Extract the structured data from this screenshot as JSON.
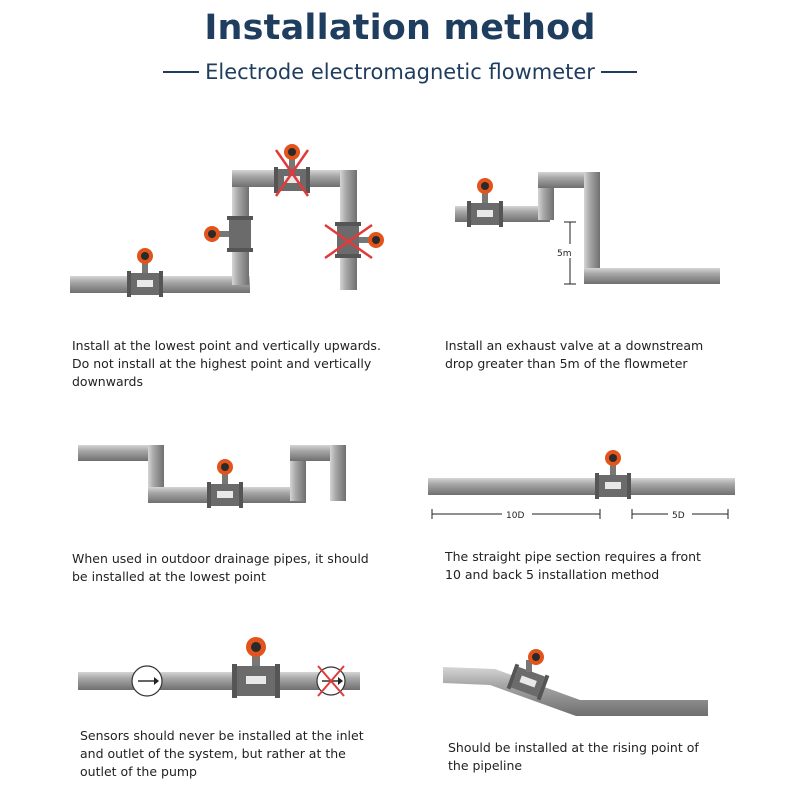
{
  "header": {
    "title": "Installation method",
    "subtitle": "Electrode electromagnetic flowmeter"
  },
  "colors": {
    "title": "#1f3d5e",
    "pipe": "#9a9a9a",
    "pipe_dark": "#7a7a7a",
    "meter_body": "#6b6b6b",
    "meter_head": "#e2541b",
    "cross": "#e23a3a"
  },
  "panels": [
    {
      "id": "lowest-point",
      "caption_lines": [
        "Install at the lowest point and vertically upwards.",
        "Do not install at the highest point and vertically",
        "downwards"
      ]
    },
    {
      "id": "exhaust-valve",
      "caption_lines": [
        "Install an exhaust valve at a downstream",
        "drop greater than 5m of the flowmeter"
      ],
      "drop_label": "5m"
    },
    {
      "id": "outdoor-drainage",
      "caption_lines": [
        "When used in outdoor drainage pipes, it should",
        "be installed at the lowest point"
      ]
    },
    {
      "id": "straight-pipe",
      "caption_lines": [
        "The straight pipe section requires a front",
        "10 and back 5 installation method"
      ],
      "front_label": "10D",
      "back_label": "5D"
    },
    {
      "id": "pump-outlet",
      "caption_lines": [
        "Sensors should never be installed at the inlet",
        "and outlet of the system, but rather at the",
        "outlet of the pump"
      ]
    },
    {
      "id": "rising-point",
      "caption_lines": [
        "Should be installed at the rising point of",
        "the pipeline"
      ]
    }
  ]
}
